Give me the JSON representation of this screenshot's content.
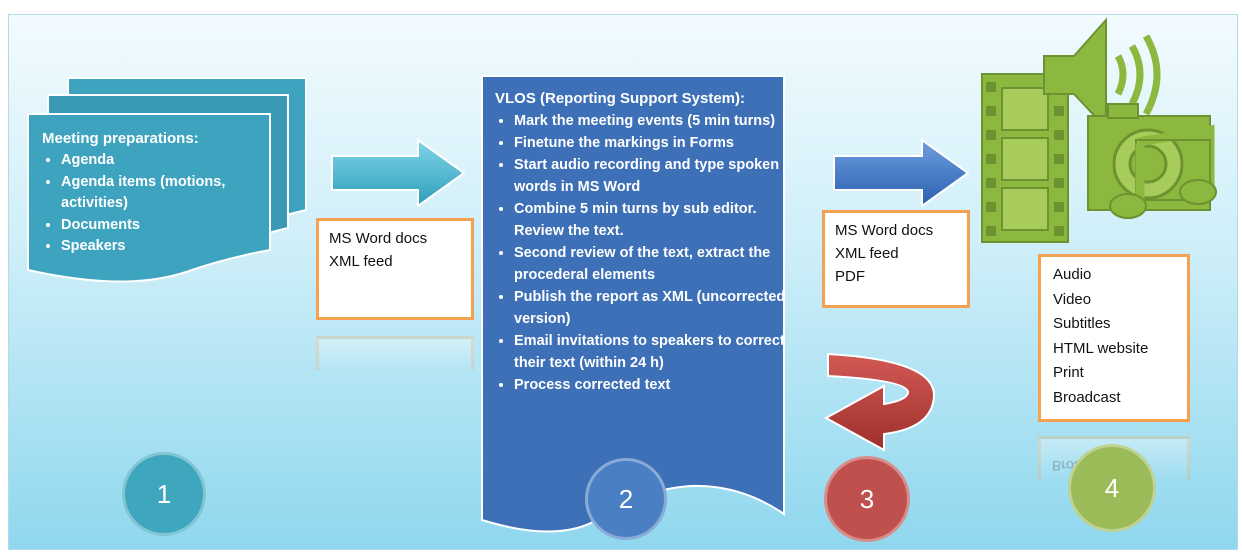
{
  "step1": {
    "title": "Meeting preparations:",
    "items": [
      "Agenda",
      "Agenda items (motions, activities)",
      "Documents",
      "Speakers"
    ]
  },
  "output1": {
    "lines": [
      "MS Word docs",
      "XML feed"
    ]
  },
  "step2": {
    "title": "VLOS (Reporting Support System):",
    "items": [
      "Mark the meeting events (5 min turns)",
      "Finetune the markings in Forms",
      "Start audio recording and type spoken words in MS Word",
      "Combine 5 min turns by sub editor. Review the text.",
      "Second review of the text, extract the proced­eral elements",
      "Publish the report as XML (uncorrected version)",
      "Email invitations to speakers to correct their text (within 24 h)",
      "Process corrected text"
    ]
  },
  "output2": {
    "lines": [
      "MS Word docs",
      "XML feed",
      "PDF"
    ]
  },
  "channels": {
    "lines": [
      "Audio",
      "Video",
      "Subtitles",
      "HTML website",
      "Print",
      "Broadcast"
    ]
  },
  "circles": [
    {
      "label": "1",
      "color": "#3ea7bd"
    },
    {
      "label": "2",
      "color": "#4a7fc4"
    },
    {
      "label": "3",
      "color": "#c0504d"
    },
    {
      "label": "4",
      "color": "#9bbb59"
    }
  ],
  "colors": {
    "teal_doc": "#3ea3be",
    "blue_doc": "#3d70b7",
    "arrow1": "#45b8d0",
    "arrow2": "#3b74c4",
    "loop_arrow": "#b33b36",
    "media_green": "#8db83f",
    "box_border": "#f4a251"
  },
  "icons": [
    "documents-stack-icon",
    "wavy-document-icon",
    "right-arrow-icon",
    "loop-back-arrow-icon",
    "film-strip-icon",
    "speaker-icon",
    "camera-icon",
    "music-note-icon"
  ]
}
